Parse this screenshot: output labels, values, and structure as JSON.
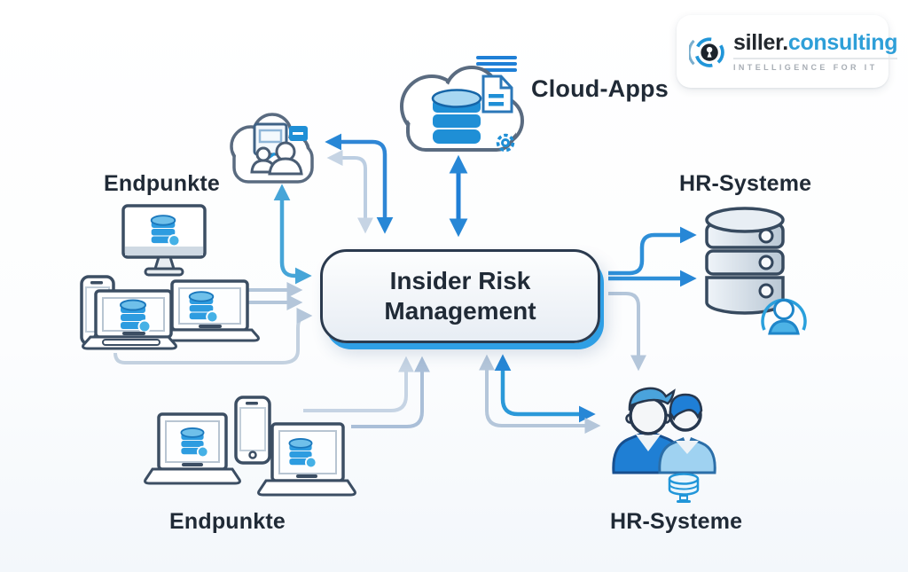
{
  "center": {
    "title": "Insider Risk Management"
  },
  "nodes": {
    "endpoints_top": {
      "label": "Endpunkte"
    },
    "endpoints_bottom": {
      "label": "Endpunkte"
    },
    "cloud_apps": {
      "label": "Cloud-Apps"
    },
    "hr_top": {
      "label": "HR-Systeme"
    },
    "hr_bottom": {
      "label": "HR-Systeme"
    }
  },
  "logo": {
    "name_dark": "siller.",
    "name_blue": "consulting",
    "tagline": "INTELLIGENCE FOR IT"
  },
  "colors": {
    "arrow_blue": "#2787d6",
    "arrow_teal": "#46a5d8",
    "arrow_gray": "#b4c6da",
    "arrow_gray_light": "#c6d4e4",
    "arrow_gray_dark": "#aabfd8",
    "accent_blue": "#2196d9",
    "icon_outline": "#3c4e63",
    "box_border": "#2b3a4e",
    "box_shadow_blue": "#2f9fe5",
    "text_dark": "#202a36",
    "logo_blue": "#2e9fd8"
  },
  "icons": {
    "database": "blue stacked cylinders with badge",
    "desktop_monitor": "monitor with stand",
    "laptop": "laptop with database on screen",
    "smartphone": "phone outline",
    "cloud_collaboration": "cloud with window and two users",
    "cloud_database": "cloud with database, document, list and gear",
    "hr_server": "three tier server cylinder with user badge",
    "hr_people": "two employees with small database",
    "logo_keyhole": "keyhole in circle with blue arcs"
  }
}
